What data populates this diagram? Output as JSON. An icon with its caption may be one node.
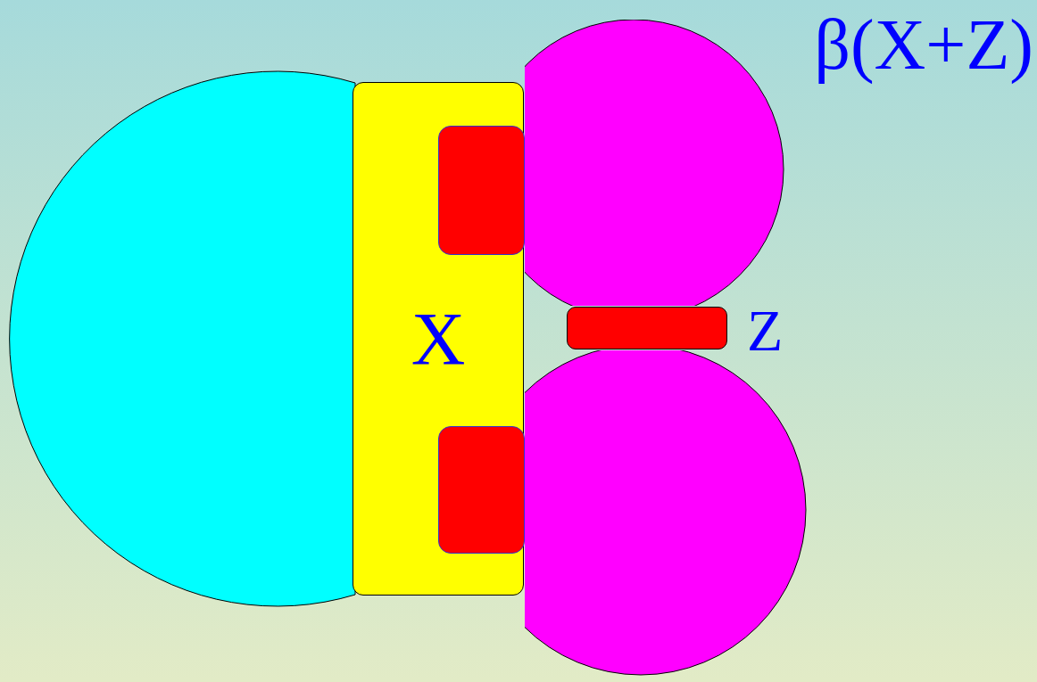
{
  "diagram": {
    "nodes": [
      {
        "text": [],
        "shape": "circle"
      },
      {
        "text": [],
        "shape": "circle"
      },
      {
        "text": [],
        "shape": "circle"
      },
      {
        "text": [
          "X"
        ]
      },
      {
        "text": [],
        "shape": "box",
        "in": 3
      },
      {
        "text": [],
        "shape": "box",
        "in": 3
      },
      {
        "text": [],
        "shape": "bar",
        "beside": [
          "Z"
        ]
      }
    ],
    "labels": [
      "β(X+Z)"
    ]
  }
}
